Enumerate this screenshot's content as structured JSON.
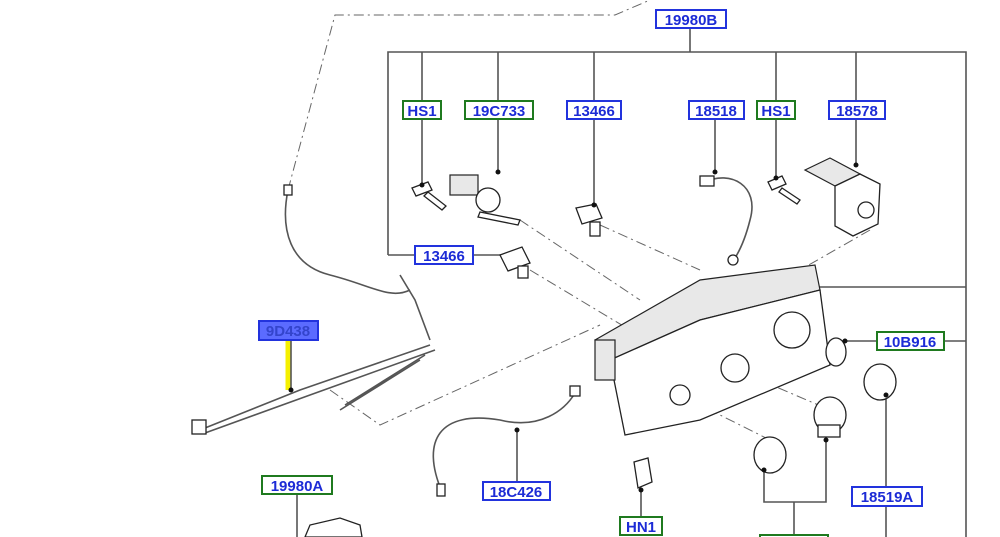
{
  "callouts": {
    "c19980B": "19980B",
    "hs1_left": "HS1",
    "c19C733": "19C733",
    "c13466_top": "13466",
    "c18518": "18518",
    "hs1_right": "HS1",
    "c18578": "18578",
    "c13466_left": "13466",
    "c9D438": "9D438",
    "c10B916": "10B916",
    "c19980A": "19980A",
    "c18C426": "18C426",
    "c18519A": "18519A",
    "hn1": "HN1"
  },
  "colors": {
    "label_text": "#1c2bd6",
    "border_blue": "#2233dd",
    "border_green": "#1f7a1f",
    "highlight_fill": "#5b6bff",
    "leader_highlight": "#f5f000"
  }
}
